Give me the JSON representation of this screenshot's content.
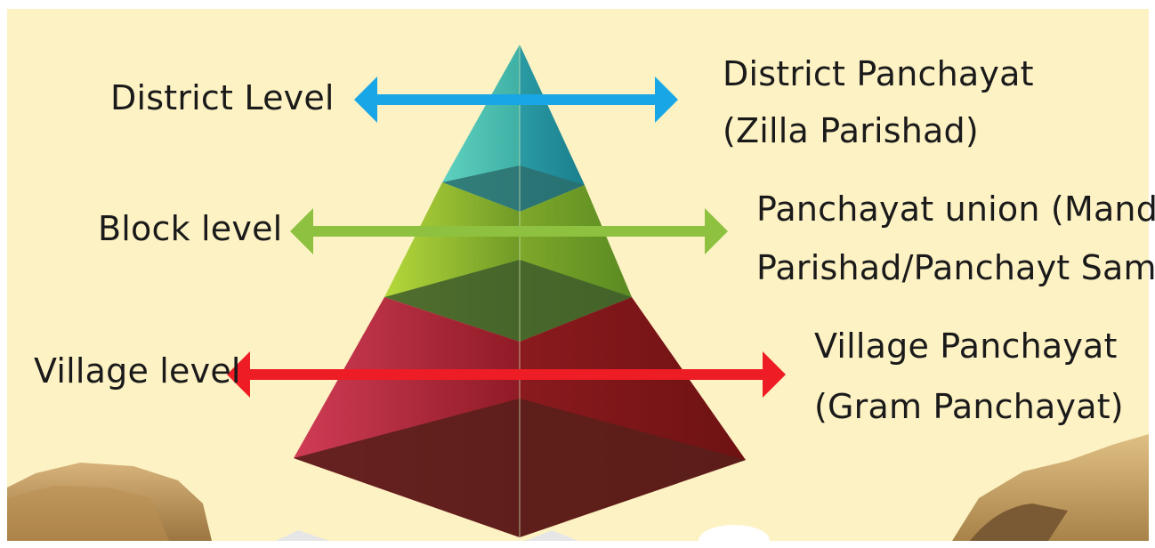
{
  "levels": [
    {
      "id": "district",
      "label": "District Level",
      "body_line1": "District Panchayat",
      "body_line2": "(Zilla Parishad)",
      "color": "#18a6e6"
    },
    {
      "id": "block",
      "label": "Block level",
      "body_line1": "Panchayat union (Mandal",
      "body_line2": "Parishad/Panchayt Samiti)",
      "color": "#8dc13f"
    },
    {
      "id": "village",
      "label": "Village level",
      "body_line1": "Village Panchayat",
      "body_line2": "(Gram Panchayat)",
      "color": "#ee1c24"
    }
  ],
  "colors": {
    "background": "#fdf2c4",
    "tier_top": "#4fbfb0",
    "tier_middle": "#8fb82e",
    "tier_bottom": "#b32a3c"
  }
}
